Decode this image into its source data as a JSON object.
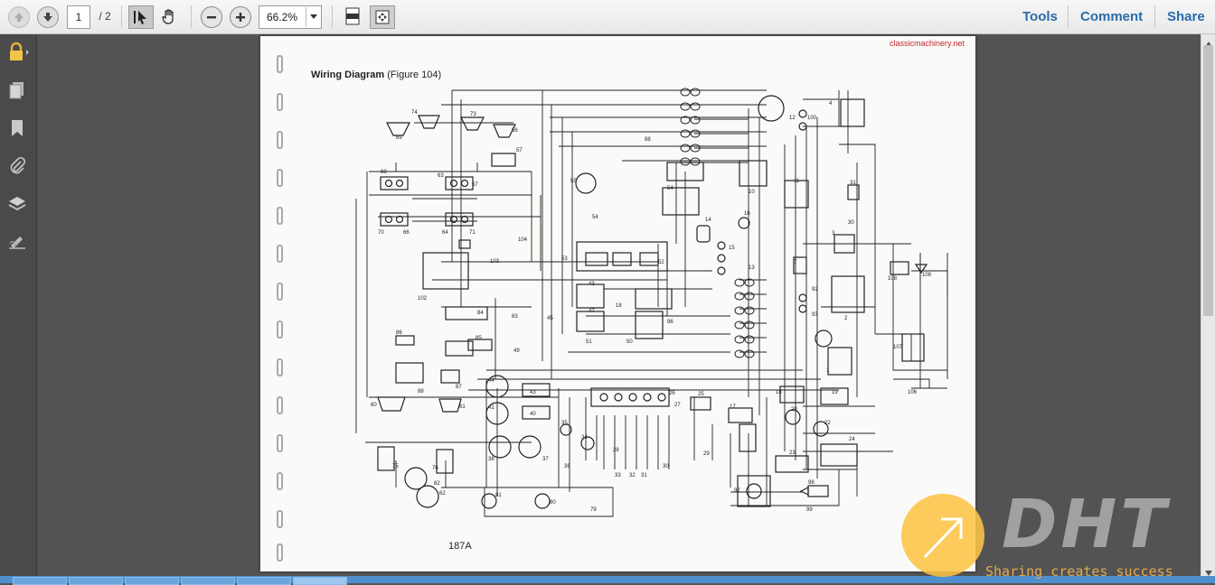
{
  "toolbar": {
    "page_current": "1",
    "page_total": "/ 2",
    "zoom": "66.2%",
    "tools": "Tools",
    "comment": "Comment",
    "share": "Share"
  },
  "document": {
    "source_tag": "classicmachinery.net",
    "title_bold": "Wiring Diagram",
    "title_rest": "(Figure 104)",
    "ref": "187A"
  },
  "watermark": {
    "brand": "DHT",
    "tagline": "Sharing creates success"
  },
  "icons": {
    "nav_prev": "arrow-up-icon",
    "nav_next": "arrow-down-icon",
    "select": "select-cursor-icon",
    "hand": "hand-icon",
    "zoom_out": "minus-icon",
    "zoom_in": "plus-icon",
    "fit_width": "fit-width-icon",
    "fit_page": "fit-page-icon",
    "lock": "lock-icon",
    "pages": "pages-icon",
    "bookmarks": "bookmark-icon",
    "attachments": "paperclip-icon",
    "layers": "layers-icon",
    "signatures": "signature-icon"
  },
  "colors": {
    "link_blue": "#2a6ca8",
    "workspace": "#535353",
    "watermark_orange": "#fcc446"
  }
}
